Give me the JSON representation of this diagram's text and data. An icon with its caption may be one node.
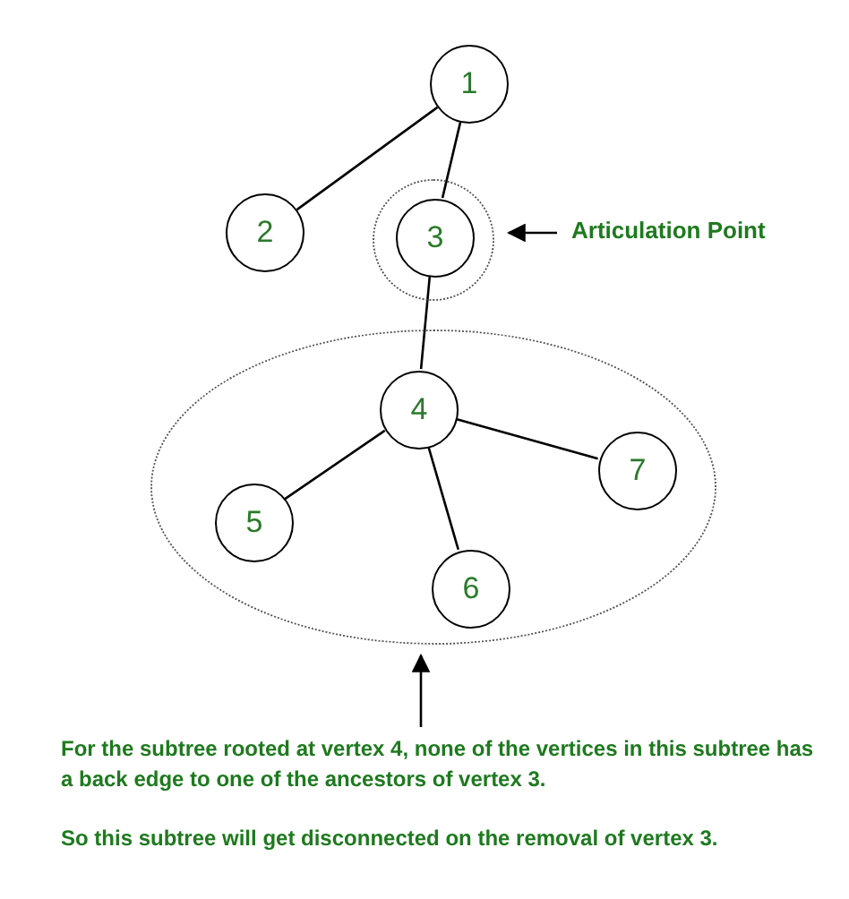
{
  "diagram": {
    "nodes": [
      {
        "text": [
          "1"
        ]
      },
      {
        "text": [
          "2"
        ]
      },
      {
        "text": [],
        "shape": "circle"
      },
      {
        "text": [
          "3"
        ],
        "in": 2
      },
      {
        "text": [
          "Articulation Point"
        ]
      },
      {
        "text": [],
        "shape": "ellipse"
      },
      {
        "text": [
          "4"
        ],
        "in": 5
      },
      {
        "text": [
          "7"
        ],
        "in": 5
      },
      {
        "text": [
          "5"
        ],
        "in": 5
      },
      {
        "text": [
          "6"
        ],
        "in": 5
      },
      {
        "text": [
          "For the subtree rooted at vertex 4, none of the vertices in this subtree has a back edge to one of the ancestors of vertex 3.",
          "So this subtree will get disconnected on the removal of vertex 3."
        ]
      }
    ],
    "edges": [
      {
        "from": 0,
        "to": 1,
        "arrow": "none"
      },
      {
        "from": 0,
        "to": 3,
        "arrow": "none"
      },
      {
        "from": 3,
        "to": 6,
        "arrow": "none"
      },
      {
        "from": 6,
        "to": 8,
        "arrow": "none"
      },
      {
        "from": 6,
        "to": 9,
        "arrow": "none"
      },
      {
        "from": 6,
        "to": 7,
        "arrow": "none"
      },
      {
        "from": 4,
        "to": 2,
        "arrow": "to"
      },
      {
        "from": 10,
        "to": 5,
        "arrow": "to"
      }
    ]
  }
}
